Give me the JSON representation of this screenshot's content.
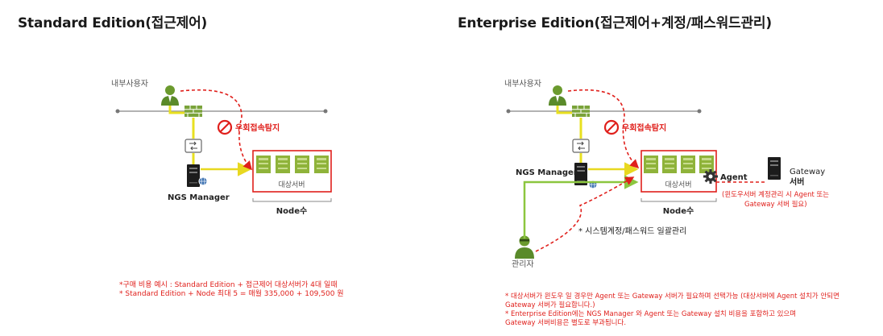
{
  "panels": {
    "standard": {
      "title": "Standard Edition(접근제어)",
      "internal_user": "내부사용자",
      "bypass_detection": "우회접속탐지",
      "manager": "NGS Manager",
      "target_server": "대상서버",
      "node_count": "Node수",
      "notes": [
        "*구매 비용 예시 : Standard Edition  + 접근제어 대상서버가 4대 일때",
        "* Standard Edition + Node 최대 5 = 매월 335,000 + 109,500 원"
      ]
    },
    "enterprise": {
      "title": "Enterprise Edition(접근제어+계정/패스워드관리)",
      "internal_user": "내부사용자",
      "bypass_detection": "우회접속탐지",
      "manager": "NGS Manager",
      "target_server": "대상서버",
      "node_count": "Node수",
      "agent": "Agent",
      "gateway_server_line1": "Gateway",
      "gateway_server_line2": "서버",
      "gateway_note_line1": "(윈도우서버 계정관리 시 Agent 또는",
      "gateway_note_line2": "Gateway 서버 필요)",
      "admin": "관리자",
      "account_mgmt": "* 시스템계정/패스워드 일괄관리",
      "notes": [
        "* 대상서버가 윈도우 일 경우만 Agent 또는 Gateway 서버가 필요하며 선택가능 (대상서버에 Agent 설치가 안되면",
        "  Gateway 서버가 필요합니다.)",
        "* Enterprise Edition에는 NGS Manager 와 Agent 또는 Gateway 설치 비용을 포함하고 있으며",
        "  Gateway 서버비용은 별도로 부과됩니다."
      ]
    }
  },
  "colors": {
    "accent_red": "#e0201c",
    "server_green": "#8fb33a",
    "link_yellow": "#e8e020",
    "link_green": "#8cc63f",
    "user_green": "#5a8a2a",
    "firewall_green": "#7aa33a"
  }
}
